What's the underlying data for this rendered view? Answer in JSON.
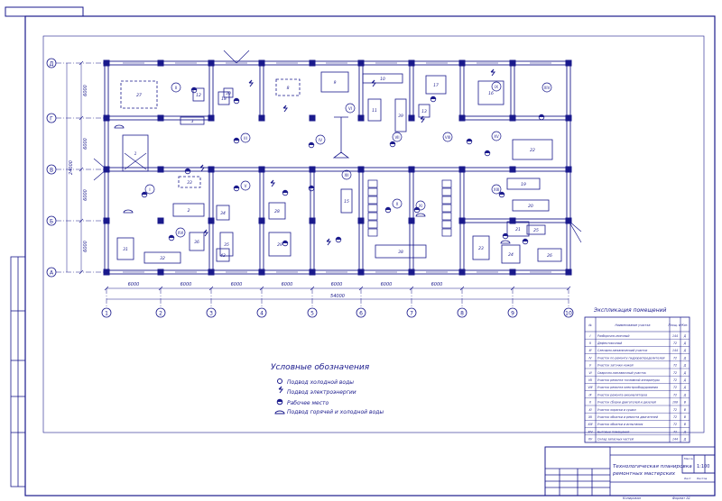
{
  "plan": {
    "axis_rows": [
      "А",
      "Б",
      "В",
      "Г",
      "Д"
    ],
    "axis_cols": [
      "1",
      "2",
      "3",
      "4",
      "5",
      "6",
      "7",
      "8",
      "9",
      "10"
    ],
    "span_labels": [
      "6000",
      "6000",
      "6000",
      "6000",
      "6000",
      "6000",
      "6000"
    ],
    "total_width": "54000",
    "row_spans": [
      "6000",
      "6000",
      "6000",
      "6000"
    ],
    "total_height": "24000",
    "rooms": [
      {
        "id": "I"
      },
      {
        "id": "II"
      },
      {
        "id": "III"
      },
      {
        "id": "IV"
      },
      {
        "id": "V"
      },
      {
        "id": "VI"
      },
      {
        "id": "VII"
      },
      {
        "id": "VIII"
      },
      {
        "id": "IX"
      },
      {
        "id": "X"
      },
      {
        "id": "XI"
      },
      {
        "id": "XII"
      },
      {
        "id": "XIII"
      },
      {
        "id": "XIV"
      },
      {
        "id": "XV"
      },
      {
        "id": "XVI"
      }
    ],
    "equipment": [
      "1",
      "2",
      "3",
      "4",
      "5",
      "6",
      "7",
      "8",
      "9",
      "10",
      "11",
      "12",
      "13",
      "14",
      "15",
      "16",
      "17",
      "18",
      "19",
      "20",
      "21",
      "22",
      "23",
      "24",
      "25",
      "26",
      "27",
      "28",
      "29",
      "30",
      "31",
      "32",
      "33",
      "34",
      "35",
      "36",
      "37",
      "38",
      "39",
      "40",
      "41"
    ]
  },
  "legend": {
    "title": "Условные обозначения",
    "items": [
      {
        "icon": "cold-water-icon",
        "text": "Подвод холодной воды"
      },
      {
        "icon": "power-icon",
        "text": "Подвод электроэнергии"
      },
      {
        "icon": "workplace-icon",
        "text": "Рабочее место"
      },
      {
        "icon": "hot-cold-water-icon",
        "text": "Подвод горячей и холодной воды"
      }
    ]
  },
  "explication": {
    "title": "Экспликация помещений",
    "headers": [
      "№",
      "Наименование участка",
      "Площ. м²",
      "Кат."
    ],
    "rows": [
      [
        "I",
        "Разборочно-моечный",
        "144",
        "Д"
      ],
      [
        "II",
        "Дефектовочный",
        "72",
        "Д"
      ],
      [
        "III",
        "Слесарно-механический участок",
        "144",
        "Д"
      ],
      [
        "IV",
        "Участок по ремонту гидрораспределителей",
        "72",
        "Д"
      ],
      [
        "V",
        "Участок заточки ножей",
        "72",
        "Д"
      ],
      [
        "VI",
        "Сварочно-наплавочный участок",
        "72",
        "Д"
      ],
      [
        "VII",
        "Участок ремонта топливной аппаратуры",
        "72",
        "Д"
      ],
      [
        "VIII",
        "Участок ремонта электрооборудования",
        "72",
        "Д"
      ],
      [
        "IX",
        "Участок ремонта аккумуляторов",
        "72",
        "Д"
      ],
      [
        "X",
        "Участок сборки двигателей и дизелей",
        "108",
        "В"
      ],
      [
        "XI",
        "Участок окраски и сушки",
        "72",
        "В"
      ],
      [
        "XII",
        "Участок обкатки и ремонта двигателей",
        "72",
        "В"
      ],
      [
        "XIII",
        "Участок обкатки и испытания",
        "72",
        "В"
      ],
      [
        "XIV",
        "Бытовые помещения",
        "72",
        "Д"
      ],
      [
        "XV",
        "Склад запасных частей",
        "144",
        "Д"
      ]
    ]
  },
  "title_block": {
    "title_line1": "Технологическая планировка",
    "title_line2": "ремонтных мастерских",
    "scale_label": "Масса",
    "scale": "1:100",
    "sheet": "Лист",
    "sheets": "Листов",
    "stamp": "Копировал",
    "format": "Формат А1"
  }
}
